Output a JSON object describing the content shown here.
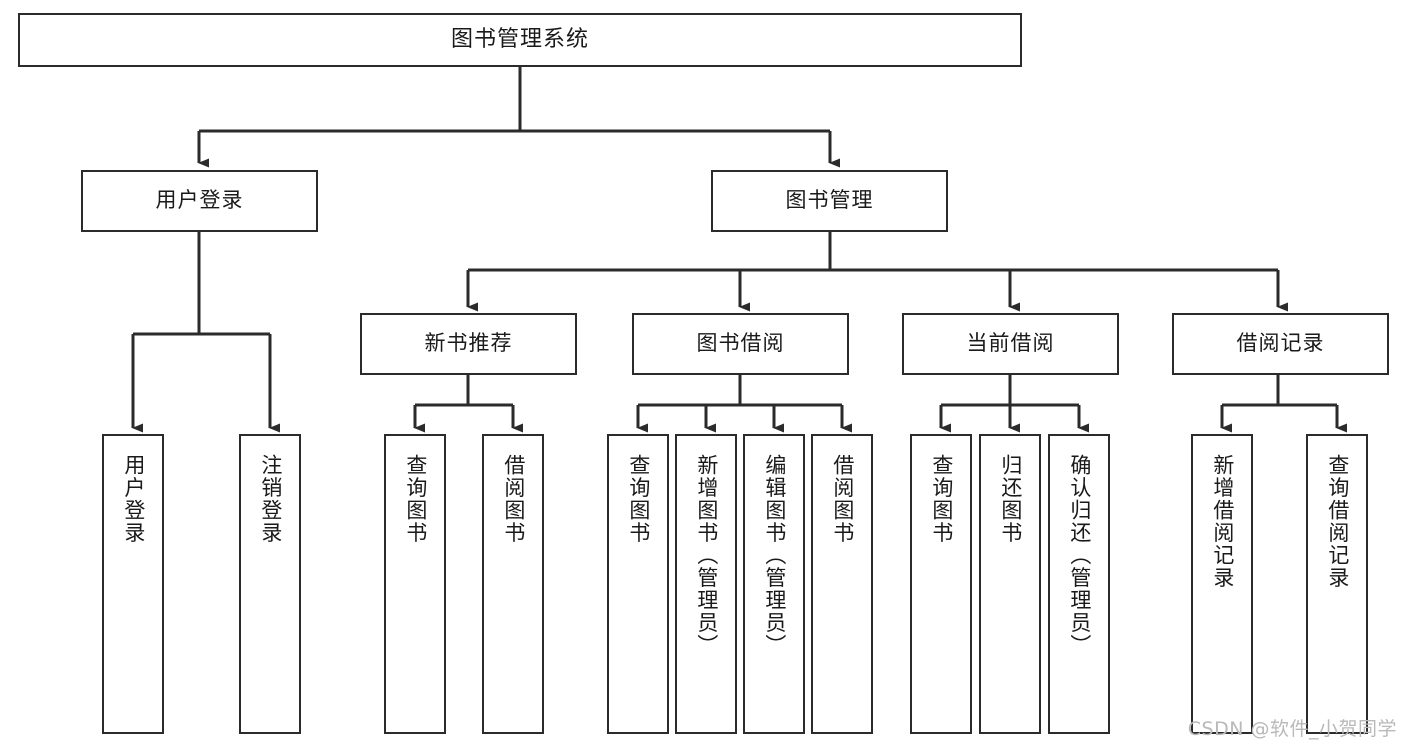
{
  "diagram": {
    "type": "tree-hierarchy-chart",
    "title": "图书管理系统",
    "watermark": "CSDN @软件_小贺同学",
    "colors": {
      "stroke": "#2b2b2b",
      "fill": "#ffffff",
      "text": "#1a1a1a",
      "watermark": "#b9b9b9"
    },
    "levels": {
      "root": {
        "label": "图书管理系统"
      },
      "level2": [
        {
          "label": "用户登录"
        },
        {
          "label": "图书管理"
        }
      ],
      "level3": [
        {
          "label": "新书推荐"
        },
        {
          "label": "图书借阅"
        },
        {
          "label": "当前借阅"
        },
        {
          "label": "借阅记录"
        }
      ],
      "leaves": {
        "user_login": [
          {
            "label": "用户登录"
          },
          {
            "label": "注销登录"
          }
        ],
        "new_book_recommend": [
          {
            "label": "查询图书"
          },
          {
            "label": "借阅图书"
          }
        ],
        "book_borrow": [
          {
            "label": "查询图书"
          },
          {
            "label": "新增图书（管理员）"
          },
          {
            "label": "编辑图书（管理员）"
          },
          {
            "label": "借阅图书"
          }
        ],
        "current_borrow": [
          {
            "label": "查询图书"
          },
          {
            "label": "归还图书"
          },
          {
            "label": "确认归还（管理员）"
          }
        ],
        "borrow_record": [
          {
            "label": "新增借阅记录"
          },
          {
            "label": "查询借阅记录"
          }
        ]
      }
    }
  }
}
